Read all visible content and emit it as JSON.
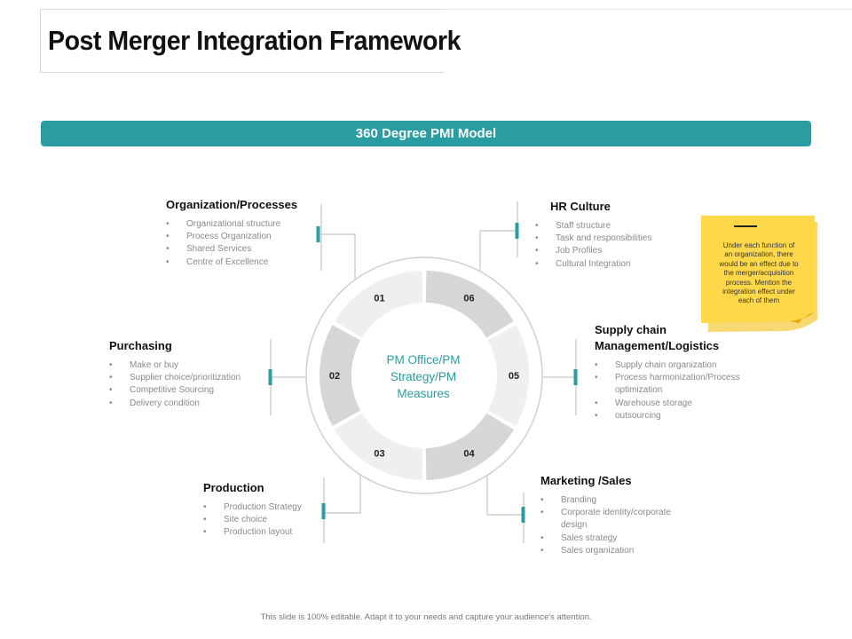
{
  "title": "Post Merger Integration Framework",
  "banner": "360 Degree PMI Model",
  "center": {
    "line1": "PM Office/PM",
    "line2": "Strategy/PM",
    "line3": "Measures"
  },
  "segments": [
    "01",
    "02",
    "03",
    "04",
    "05",
    "06"
  ],
  "blocks": {
    "org": {
      "title": "Organization/Processes",
      "items": [
        "Organizational structure",
        "Process Organization",
        "Shared Services",
        "Centre of Excellence"
      ]
    },
    "purchasing": {
      "title": "Purchasing",
      "items": [
        "Make or buy",
        "Supplier choice/prioritization",
        "Competitive Sourcing",
        "Delivery condition"
      ]
    },
    "production": {
      "title": "Production",
      "items": [
        "Production Strategy",
        "Site choice",
        "Production layout"
      ]
    },
    "marketing": {
      "title": "Marketing /Sales",
      "items": [
        "Branding",
        "Corporate identity/corporate",
        "design",
        "Sales strategy",
        "Sales organization"
      ]
    },
    "supply": {
      "title_line1": "Supply chain",
      "title_line2": "Management/Logistics",
      "items": [
        "Supply chain organization",
        "Process harmonization/Process",
        "optimization",
        "Warehouse storage",
        "outsourcing"
      ]
    },
    "hr": {
      "title": "HR Culture",
      "items": [
        "Staff structure",
        "Task and responsibilities",
        "Job Profiles",
        "Cultural Integration"
      ]
    }
  },
  "note": {
    "lines": [
      "Under each function of",
      "an organization, there",
      "would be an effect due to",
      "the merger/acquisition",
      "process. Mention the",
      "integration effect under",
      "each of them"
    ]
  },
  "footer": "This slide is 100% editable. Adapt it to your needs and capture your audience's attention.",
  "colors": {
    "accent": "#2a9da3",
    "note_yellow": "#ffd84a",
    "segment_dark": "#d6d6d6",
    "segment_light": "#efefef"
  }
}
